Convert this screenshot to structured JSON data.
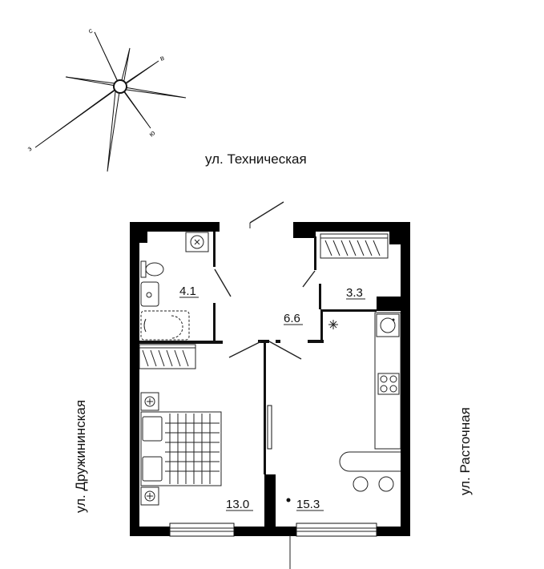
{
  "compass": {
    "north": "с",
    "east": "в",
    "south": "ю",
    "west": "з"
  },
  "streets": {
    "top": "ул. Техническая",
    "left": "ул. Дружининская",
    "right": "ул. Расточная"
  },
  "rooms": {
    "bathroom": "4.1",
    "hall": "6.6",
    "storage": "3.3",
    "bedroom": "13.0",
    "kitchen_living": "15.3"
  }
}
